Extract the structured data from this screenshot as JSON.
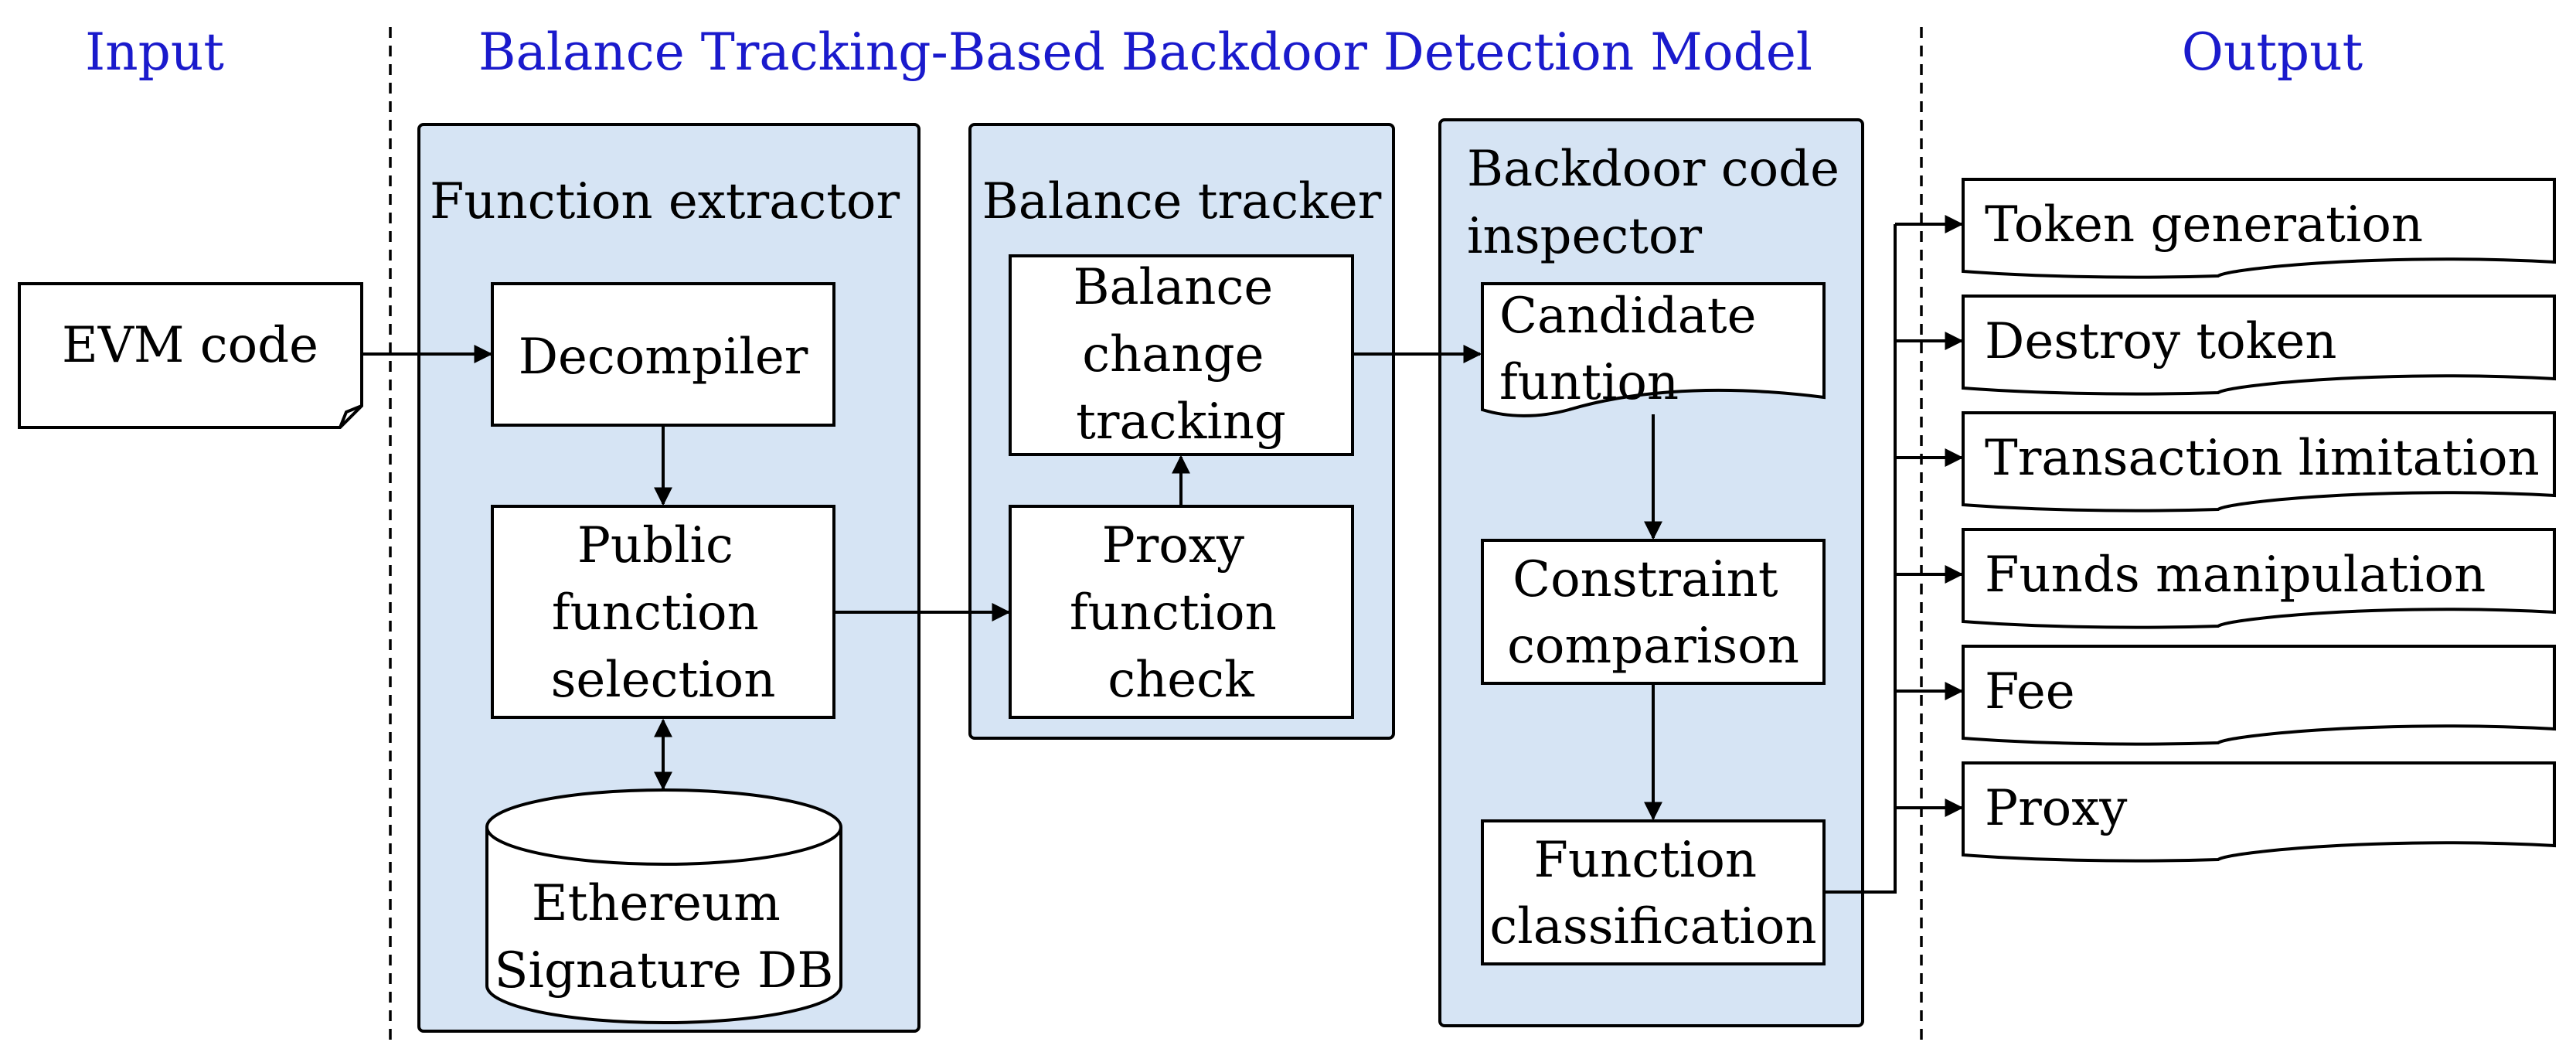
{
  "headers": {
    "input": "Input",
    "model": "Balance Tracking-Based Backdoor Detection Model",
    "output": "Output"
  },
  "input_doc": {
    "label": "EVM code"
  },
  "panels": {
    "function_extractor": {
      "title": "Function extractor",
      "decompiler": "Decompiler",
      "public_selection": [
        "Public",
        "function",
        "selection"
      ],
      "signature_db": [
        "Ethereum",
        "Signature DB"
      ]
    },
    "balance_tracker": {
      "title": "Balance tracker",
      "balance_change": [
        "Balance",
        "change",
        "tracking"
      ],
      "proxy_check": [
        "Proxy",
        "function",
        "check"
      ]
    },
    "inspector": {
      "title": [
        "Backdoor code",
        "inspector"
      ],
      "candidate": [
        "Candidate",
        "funtion"
      ],
      "constraint": [
        "Constraint",
        "comparison"
      ],
      "classification": [
        "Function",
        "classification"
      ]
    }
  },
  "outputs": [
    "Token generation",
    "Destroy token",
    "Transaction limitation",
    "Funds manipulation",
    "Fee",
    "Proxy"
  ],
  "colors": {
    "header_text": "#1a1acc",
    "panel_fill": "#d6e4f4",
    "box_fill": "#ffffff",
    "stroke": "#000000"
  }
}
